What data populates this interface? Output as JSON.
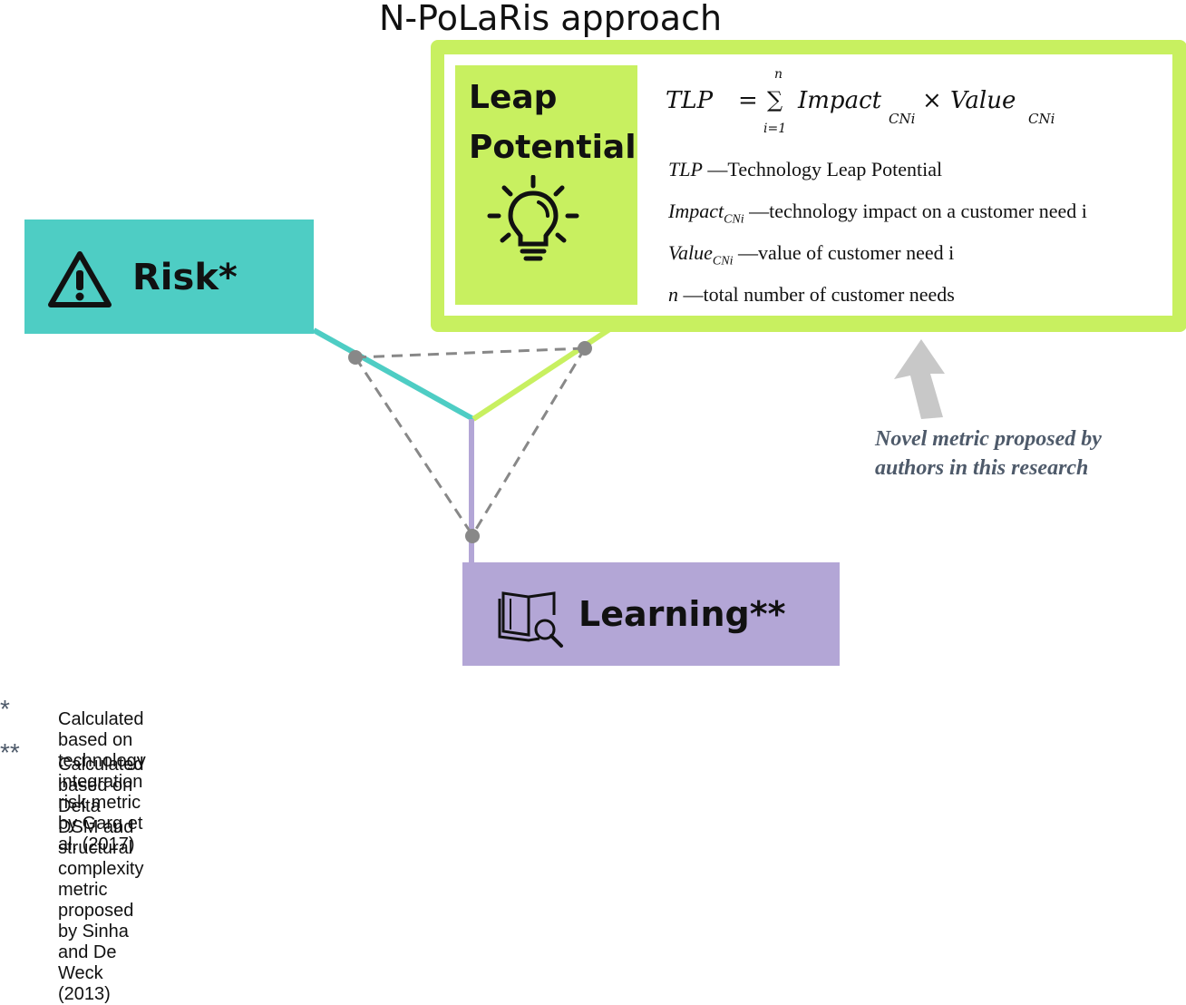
{
  "title": "N-PoLaRis approach",
  "risk": {
    "label": "Risk*",
    "color": "#4ecdc4"
  },
  "learning": {
    "label": "Learning**",
    "color": "#b3a6d6"
  },
  "leap": {
    "label_line1": "Leap",
    "label_line2": "Potential",
    "color": "#c8f060"
  },
  "formula": {
    "lhs": "TLP",
    "equals": "=",
    "sigma": "∑",
    "upper": "n",
    "lower": "i=1",
    "term1": "Impact",
    "term1_sub": "CNi",
    "times": "×",
    "term2": "Value",
    "term2_sub": "CNi"
  },
  "definitions": [
    {
      "symbol": "TLP",
      "sub": "",
      "text": " —Technology Leap Potential"
    },
    {
      "symbol": "Impact",
      "sub": "CNi",
      "text": " —technology impact on a customer need i"
    },
    {
      "symbol": "Value",
      "sub": "CNi",
      "text": " —value of customer need i"
    },
    {
      "symbol": "n",
      "sub": "",
      "text": " —total number of customer needs"
    }
  ],
  "novel_note": {
    "line1": "Novel metric proposed by",
    "line2": "authors in this research"
  },
  "footnotes": [
    {
      "mark": "*",
      "text": "Calculated based on technology integration risk metric by Garg et al. (2017)"
    },
    {
      "mark": "**",
      "text": "Calculated based on Delta DSM and structural complexity metric proposed by Sinha and De Weck (2013)"
    }
  ],
  "icons": {
    "risk": "warning-triangle-icon",
    "learning": "book-magnifier-icon",
    "leap": "lightbulb-icon",
    "note": "up-arrow-icon"
  }
}
